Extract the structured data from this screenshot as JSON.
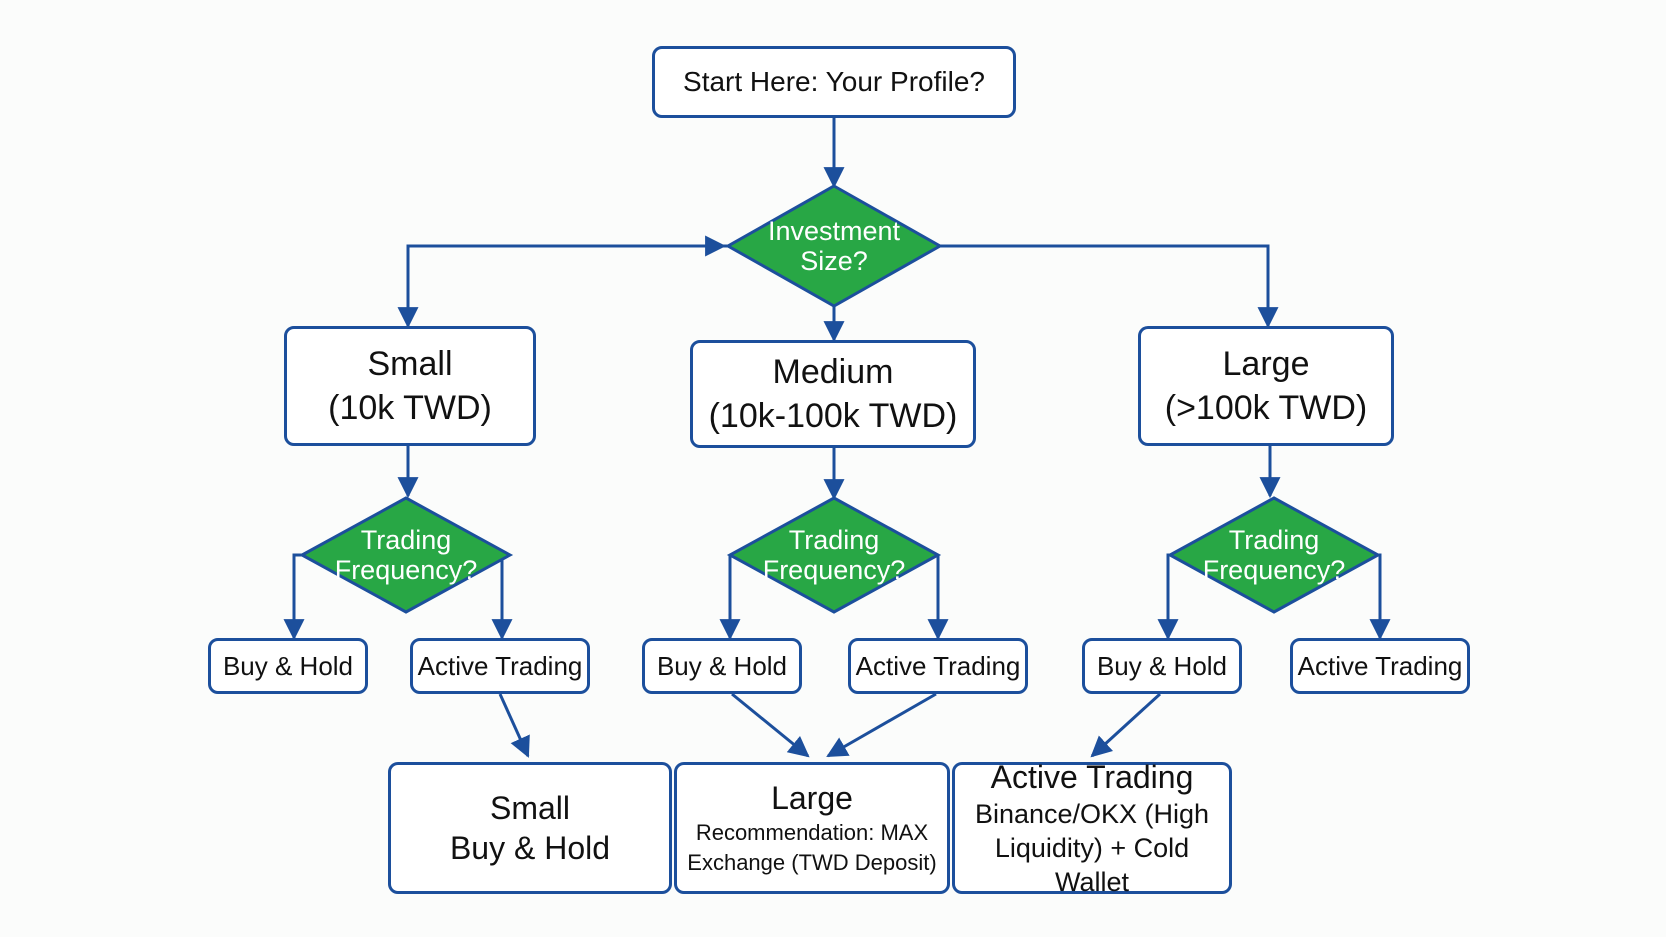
{
  "start": {
    "label": "Start Here: Your Profile?"
  },
  "investment_decision": {
    "line1": "Investment",
    "line2": "Size?"
  },
  "tiers": [
    {
      "title": "Small",
      "range": "(10k TWD)"
    },
    {
      "title": "Medium",
      "range": "(10k-100k TWD)"
    },
    {
      "title": "Large",
      "range": "(>100k TWD)"
    }
  ],
  "frequency_decision": {
    "line1": "Trading",
    "line2": "Frequency?"
  },
  "options": {
    "buy_hold": "Buy & Hold",
    "active": "Active Trading"
  },
  "results": [
    {
      "title": "Small",
      "line1": "Buy & Hold"
    },
    {
      "title": "Large",
      "line1": "Recommendation: MAX",
      "line2": "Exchange (TWD Deposit)"
    },
    {
      "title": "Active Trading",
      "line1": "Binance/OKX (High",
      "line2": "Liquidity) + Cold Wallet"
    }
  ],
  "colors": {
    "line": "#1c4f9c",
    "decision_fill": "#28a745",
    "decision_border": "#1c4f9c"
  }
}
